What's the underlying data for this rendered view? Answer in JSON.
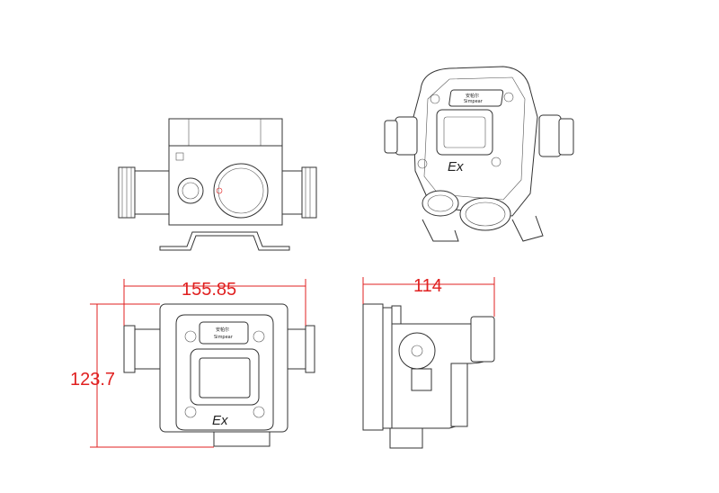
{
  "dimensions": {
    "width": "155.85",
    "height": "123.7",
    "depth": "114"
  },
  "marking": "Ex",
  "nameplate": {
    "brand_cn": "安帕尔",
    "brand_en": "Simpear"
  },
  "colors": {
    "dimension": "#e02020",
    "outline": "#333333"
  }
}
